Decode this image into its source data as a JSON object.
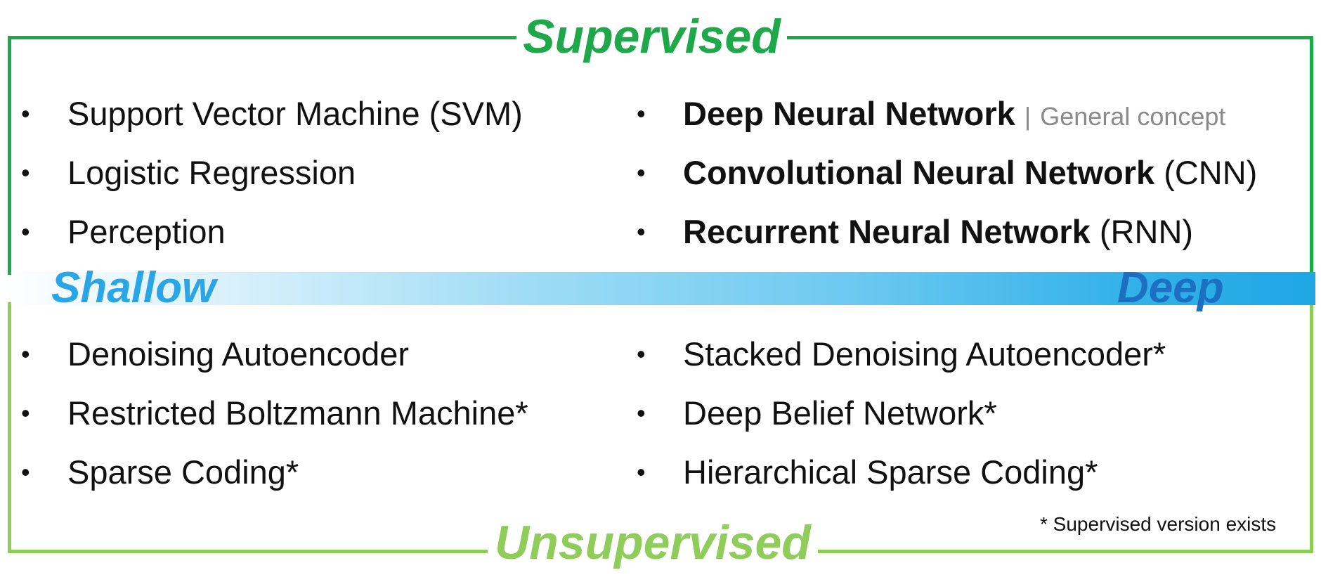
{
  "titles": {
    "supervised": "Supervised",
    "unsupervised": "Unsupervised"
  },
  "axis": {
    "shallow": "Shallow",
    "deep": "Deep"
  },
  "supervised_shallow": [
    "Support Vector Machine (SVM)",
    "Logistic Regression",
    "Perception"
  ],
  "supervised_deep": [
    {
      "name": "Deep Neural Network",
      "separator": "|",
      "note": "General concept"
    },
    {
      "name": "Convolutional Neural Network",
      "suffix": "(CNN)"
    },
    {
      "name": "Recurrent Neural Network",
      "suffix": "(RNN)"
    }
  ],
  "unsupervised_shallow": [
    "Denoising Autoencoder",
    "Restricted Boltzmann Machine*",
    "Sparse Coding*"
  ],
  "unsupervised_deep": [
    "Stacked Denoising Autoencoder*",
    "Deep Belief Network*",
    "Hierarchical Sparse Coding*"
  ],
  "bullet": "•",
  "footnote": "* Supervised version exists",
  "colors": {
    "supervised": "#1fa84a",
    "unsupervised": "#8fcc5a",
    "shallow": "#2aa6e6",
    "deep": "#1d6fc0"
  }
}
